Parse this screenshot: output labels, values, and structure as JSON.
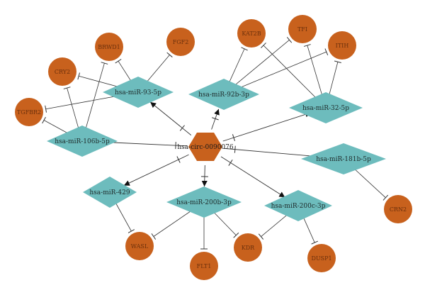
{
  "hub": {
    "label": "hsa-circ-0090076"
  },
  "colors": {
    "mirna_fill": "#6dbcbd",
    "gene_fill": "#c8611d",
    "hub_fill": "#c8611d",
    "edge": "#333333"
  },
  "mirnas": [
    {
      "id": "m93",
      "label": "hsa-miR-93-5p"
    },
    {
      "id": "m92b",
      "label": "hsa-miR-92b-3p"
    },
    {
      "id": "m32",
      "label": "hsa-miR-32-5p"
    },
    {
      "id": "m106b",
      "label": "hsa-miR-106b-5p"
    },
    {
      "id": "m181b",
      "label": "hsa-miR-181b-5p"
    },
    {
      "id": "m429",
      "label": "hsa-miR-429"
    },
    {
      "id": "m200b",
      "label": "hsa-miR-200b-3p"
    },
    {
      "id": "m200c",
      "label": "hsa-miR-200c-3p"
    }
  ],
  "genes": [
    {
      "id": "brwd1",
      "label": "BRWD1"
    },
    {
      "id": "fgf2",
      "label": "FGF2"
    },
    {
      "id": "cry2",
      "label": "CRY2"
    },
    {
      "id": "tgfbr2",
      "label": "TGFBR2"
    },
    {
      "id": "kat2b",
      "label": "KAT2B"
    },
    {
      "id": "tfi",
      "label": "TFI"
    },
    {
      "id": "itih",
      "label": "ITIH"
    },
    {
      "id": "crn2",
      "label": "CRN2"
    },
    {
      "id": "wasl",
      "label": "WASL"
    },
    {
      "id": "flt1",
      "label": "FLT1"
    },
    {
      "id": "kdr",
      "label": "KDR"
    },
    {
      "id": "dusp1",
      "label": "DUSP1"
    }
  ],
  "edges_hub_to_mirna": [
    "m93",
    "m92b",
    "m32",
    "m106b",
    "m181b",
    "m429",
    "m200b",
    "m200c"
  ],
  "edges_mirna_to_gene": [
    [
      "m93",
      "brwd1"
    ],
    [
      "m93",
      "fgf2"
    ],
    [
      "m93",
      "cry2"
    ],
    [
      "m93",
      "tgfbr2"
    ],
    [
      "m92b",
      "kat2b"
    ],
    [
      "m92b",
      "tfi"
    ],
    [
      "m92b",
      "itih"
    ],
    [
      "m32",
      "kat2b"
    ],
    [
      "m32",
      "tfi"
    ],
    [
      "m32",
      "itih"
    ],
    [
      "m106b",
      "brwd1"
    ],
    [
      "m106b",
      "cry2"
    ],
    [
      "m106b",
      "tgfbr2"
    ],
    [
      "m181b",
      "crn2"
    ],
    [
      "m429",
      "wasl"
    ],
    [
      "m200b",
      "wasl"
    ],
    [
      "m200b",
      "flt1"
    ],
    [
      "m200b",
      "kdr"
    ],
    [
      "m200c",
      "kdr"
    ],
    [
      "m200c",
      "dusp1"
    ]
  ]
}
